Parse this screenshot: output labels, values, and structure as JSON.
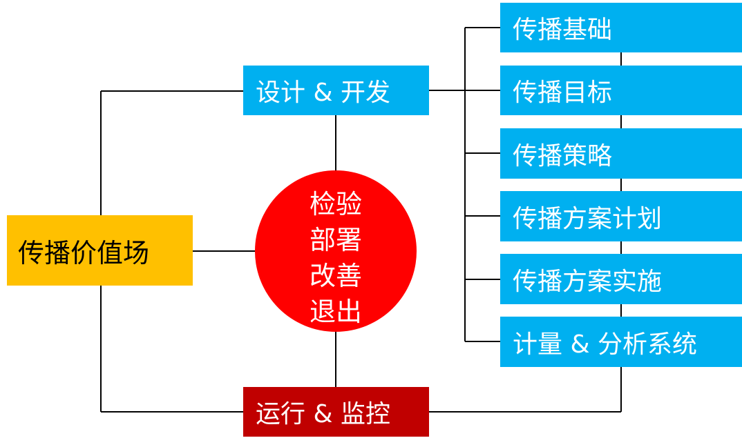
{
  "colors": {
    "root": "#FFC000",
    "branch": "#00B0F0",
    "hub": "#FF0000",
    "monitor": "#C00000",
    "line": "#000000"
  },
  "root": {
    "label": "传播价值场"
  },
  "design": {
    "label": "设计 & 开发"
  },
  "operate": {
    "label": "运行 & 监控"
  },
  "hub": {
    "lines": [
      "检验",
      "部署",
      "改善",
      "退出"
    ]
  },
  "branches": [
    {
      "label": "传播基础"
    },
    {
      "label": "传播目标"
    },
    {
      "label": "传播策略"
    },
    {
      "label": "传播方案计划"
    },
    {
      "label": "传播方案实施"
    },
    {
      "label": "计量 & 分析系统"
    }
  ]
}
